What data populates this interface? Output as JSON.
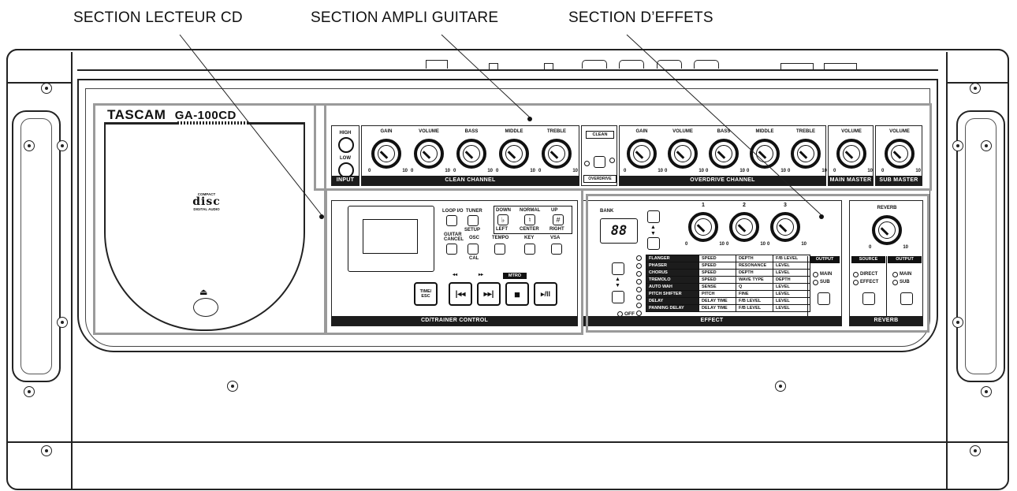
{
  "callouts": {
    "cd": "SECTION LECTEUR CD",
    "amp": "SECTION AMPLI GUITARE",
    "fx": "SECTION D’EFFETS"
  },
  "brand": {
    "name": "TASCAM",
    "model": "GA-100CD"
  },
  "cd_logo": {
    "top": "COMPACT",
    "mid": "disc",
    "bottom": "DIGITAL AUDIO"
  },
  "input": {
    "high": "HIGH",
    "low": "LOW",
    "bar": "INPUT"
  },
  "knob_scale": {
    "min": "0",
    "max": "10"
  },
  "clean": {
    "bar": "CLEAN CHANNEL",
    "knobs": [
      "GAIN",
      "VOLUME",
      "BASS",
      "MIDDLE",
      "TREBLE"
    ]
  },
  "switch": {
    "top": "CLEAN",
    "bottom": "OVERDRIVE"
  },
  "overdrive": {
    "bar": "OVERDRIVE CHANNEL",
    "knobs": [
      "GAIN",
      "VOLUME",
      "BASS",
      "MIDDLE",
      "TREBLE"
    ]
  },
  "main_master": {
    "knob": "VOLUME",
    "bar": "MAIN MASTER"
  },
  "sub_master": {
    "knob": "VOLUME",
    "bar": "SUB MASTER"
  },
  "cd_control": {
    "bar": "CD/TRAINER CONTROL",
    "loop": "LOOP I/O",
    "tuner": "TUNER",
    "setup": "SETUP",
    "down": "DOWN",
    "normal": "NORMAL",
    "up": "UP",
    "left": "LEFT",
    "center": "CENTER",
    "right": "RIGHT",
    "flat": "♭",
    "natural": "♮",
    "sharp": "#",
    "guitar_cancel": "GUITAR CANCEL",
    "osc": "OSC",
    "cal": "CAL",
    "tempo": "TEMPO",
    "key": "KEY",
    "vsa": "VSA",
    "time_esc": "TIME/ ESC",
    "mtro": "MTRO",
    "rew": "◂◂",
    "ffw": "▸▸",
    "prev": "|◂◂",
    "next": "▸▸|",
    "stop": "■",
    "play": "▸/II"
  },
  "effect": {
    "bar": "EFFECT",
    "bank": "BANK",
    "display": "88",
    "knob_nums": [
      "1",
      "2",
      "3"
    ],
    "off": "OFF",
    "output": "OUTPUT",
    "main": "MAIN",
    "sub": "SUB",
    "rows": [
      [
        "FLANGER",
        "SPEED",
        "DEPTH",
        "F/B LEVEL"
      ],
      [
        "PHASER",
        "SPEED",
        "RESONANCE",
        "LEVEL"
      ],
      [
        "CHORUS",
        "SPEED",
        "DEPTH",
        "LEVEL"
      ],
      [
        "TREMOLO",
        "SPEED",
        "WAVE TYPE",
        "DEPTH"
      ],
      [
        "AUTO WAH",
        "SENSE",
        "Q",
        "LEVEL"
      ],
      [
        "PITCH SHIFTER",
        "PITCH",
        "FINE",
        "LEVEL"
      ],
      [
        "DELAY",
        "DELAY TIME",
        "F/B LEVEL",
        "LEVEL"
      ],
      [
        "PANNING DELAY",
        "DELAY TIME",
        "F/B LEVEL",
        "LEVEL"
      ]
    ]
  },
  "reverb": {
    "knob": "REVERB",
    "bar": "REVERB",
    "source": "SOURCE",
    "output": "OUTPUT",
    "direct": "DIRECT",
    "effect": "EFFECT",
    "main": "MAIN",
    "sub": "SUB"
  },
  "eject_symbol": "⏏"
}
